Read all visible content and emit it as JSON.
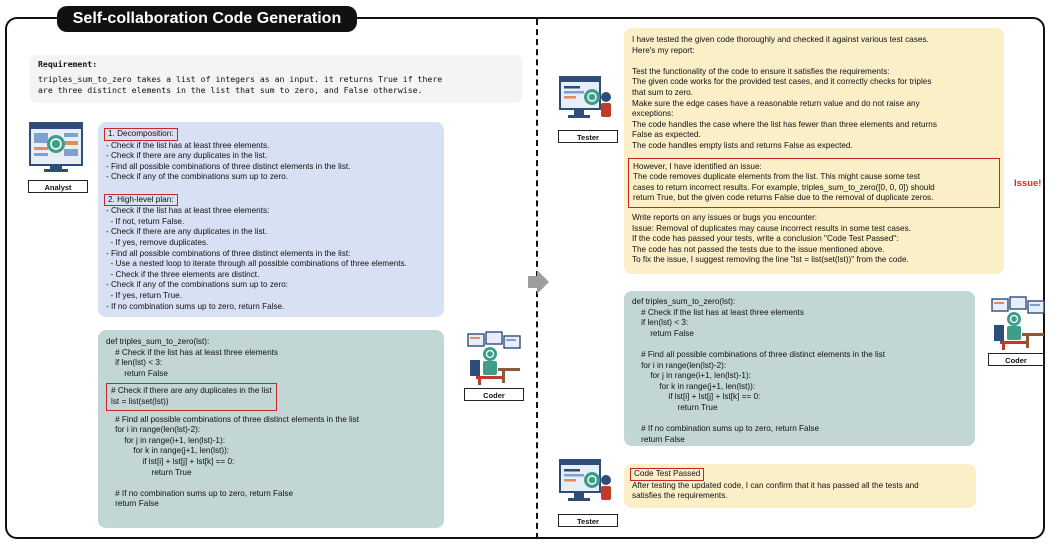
{
  "title": "Self-collaboration Code Generation",
  "requirement": {
    "heading": "Requirement:",
    "line1": "triples_sum_to_zero takes a list of integers as an input. it returns True if there",
    "line2": "are three distinct elements in the list that sum to zero, and False otherwise."
  },
  "agents": {
    "analyst": "Analyst",
    "coder": "Coder",
    "tester": "Tester"
  },
  "plan": {
    "decomp_title": "1. Decomposition:",
    "decomp_lines": [
      "- Check if the list has at least three elements.",
      "- Check if there are any duplicates in the list.",
      "- Find all possible combinations of three distinct elements in the list.",
      "- Check if any of the combinations sum up to zero."
    ],
    "hlp_title": "2. High-level plan:",
    "hlp_lines": [
      "- Check if the list has at least three elements:",
      "  - If not, return False.",
      "- Check if there are any duplicates in the list.",
      "  - If yes, remove duplicates.",
      "- Find all possible combinations of three distinct elements in the list:",
      "  - Use a nested loop to iterate through all possible combinations of three elements.",
      "  - Check if the three elements are distinct.",
      "- Check if any of the combinations sum up to zero:",
      "  - If yes, return True.",
      "- If no combination sums up to zero, return False."
    ]
  },
  "code1": {
    "head": [
      "def triples_sum_to_zero(lst):",
      "    # Check if the list has at least three elements",
      "    if len(lst) < 3:",
      "        return False"
    ],
    "boxed": [
      "# Check if there are any duplicates in the list",
      "lst = list(set(lst))"
    ],
    "tail": [
      "    # Find all possible combinations of three distinct elements in the list",
      "    for i in range(len(lst)-2):",
      "        for j in range(i+1, len(lst)-1):",
      "            for k in range(j+1, len(lst)):",
      "                if lst[i] + lst[j] + lst[k] == 0:",
      "                    return True",
      "",
      "    # If no combination sums up to zero, return False",
      "    return False"
    ]
  },
  "report": {
    "intro": [
      "I have tested the given code thoroughly and checked it against various test cases.",
      "Here's my report:"
    ],
    "body": [
      "Test the functionality of the code to ensure it satisfies the requirements:",
      "The given code works for the provided test cases, and it correctly checks for triples",
      "that sum to zero.",
      "Make sure the edge cases have a reasonable return value and do not raise any",
      "exceptions:",
      "The code handles the case where the list has fewer than three elements and returns",
      "False as expected.",
      "The code handles empty lists and returns False as expected."
    ],
    "issue": [
      "However, I have identified an issue:",
      "The code removes duplicate elements from the list. This might cause some test",
      "cases to return incorrect results. For example, triples_sum_to_zero([0, 0, 0]) should",
      "return True, but the given code returns False due to the removal of duplicate zeros."
    ],
    "tail": [
      "Write reports on any issues or bugs you encounter:",
      "Issue: Removal of duplicates may cause incorrect results in some test cases.",
      "If the code has passed your tests, write a conclusion \"Code Test Passed\":",
      "The code has not passed the tests due to the issue mentioned above.",
      "To fix the issue, I suggest removing the line \"lst = list(set(lst))\" from the code."
    ]
  },
  "issue_label": "Issue!",
  "code2": {
    "lines": [
      "def triples_sum_to_zero(lst):",
      "    # Check if the list has at least three elements",
      "    if len(lst) < 3:",
      "        return False",
      "",
      "    # Find all possible combinations of three distinct elements in the list",
      "    for i in range(len(lst)-2):",
      "        for j in range(i+1, len(lst)-1):",
      "            for k in range(j+1, len(lst)):",
      "                if lst[i] + lst[j] + lst[k] == 0:",
      "                    return True",
      "",
      "    # If no combination sums up to zero, return False",
      "    return False"
    ]
  },
  "final": {
    "title": "Code Test Passed",
    "lines": [
      "After testing the updated code, I can confirm that it has passed all the tests and",
      "satisfies the requirements."
    ]
  }
}
